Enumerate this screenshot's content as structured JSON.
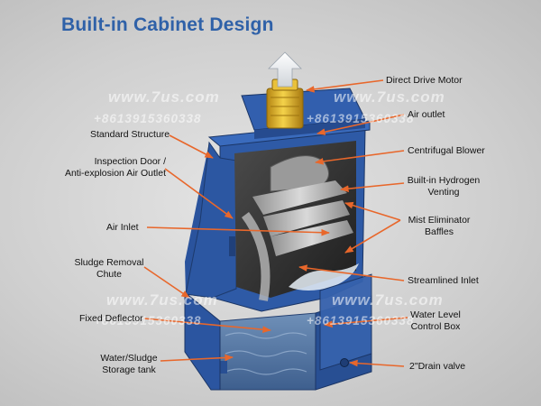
{
  "title": "Built-in Cabinet Design",
  "labels": {
    "direct_drive_motor": "Direct  Drive Motor",
    "air_outlet": "Air outlet",
    "standard_structure": "Standard Structure",
    "centrifugal_blower": "Centrifugal Blower",
    "inspection_door_1": "Inspection Door /",
    "inspection_door_2": "Anti-explosion Air Outlet",
    "hydrogen_venting_1": "Built-in Hydrogen",
    "hydrogen_venting_2": "Venting",
    "air_inlet": "Air Inlet",
    "mist_eliminator_1": "Mist Eliminator",
    "mist_eliminator_2": "Baffles",
    "sludge_chute_1": "Sludge Removal",
    "sludge_chute_2": "Chute",
    "streamlined_inlet": "Streamlined Inlet",
    "fixed_deflector": "Fixed Deflector",
    "water_level_1": "Water Level",
    "water_level_2": "Control Box",
    "storage_tank_1": "Water/Sludge",
    "storage_tank_2": "Storage tank",
    "drain_valve": "2\"Drain valve"
  },
  "watermark": {
    "site": "www.7us.com",
    "phone": "+8613915360338"
  },
  "colors": {
    "title": "#2f61a8",
    "cabinet": "#2e5aa6",
    "arrow": "#e8672b",
    "motor": "#e7b92a"
  }
}
